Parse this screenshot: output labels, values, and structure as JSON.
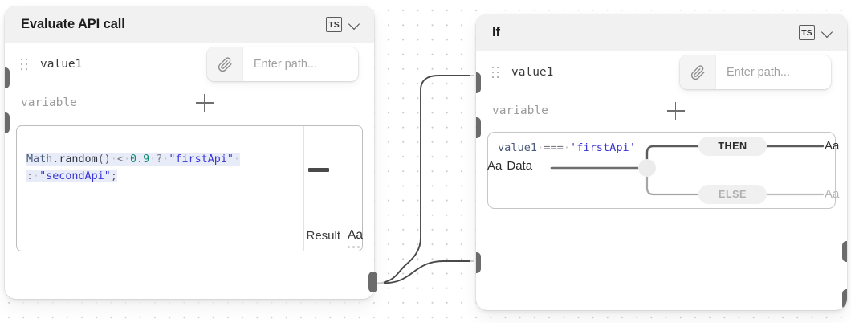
{
  "canvas": {
    "background": "#ffffff",
    "grid_dot_color": "#c9c9c9"
  },
  "nodes": [
    {
      "id": "evaluate-api-call",
      "header": {
        "title": "Evaluate API call",
        "lang_badge": "TS",
        "collapse_icon": "chevron-down-icon"
      },
      "param": {
        "drag_handle_icon": "drag-dots-icon",
        "name": "value1",
        "path_input": {
          "icon": "paperclip-icon",
          "placeholder": "Enter path...",
          "value": ""
        }
      },
      "variable_row": {
        "label": "variable",
        "add_icon": "plus-icon"
      },
      "code": {
        "line1": "Math.random() < 0.9 ? \"firstApi\"",
        "line2": ": \"secondApi\";",
        "tokens_line1": [
          {
            "t": "Math",
            "c": "tok-ident"
          },
          {
            "t": ".",
            "c": "tok-punct"
          },
          {
            "t": "random",
            "c": "tok-prop"
          },
          {
            "t": "()",
            "c": "tok-punct"
          },
          {
            "t": "·",
            "c": "ws-dot"
          },
          {
            "t": "<",
            "c": "tok-op"
          },
          {
            "t": "·",
            "c": "ws-dot"
          },
          {
            "t": "0.9",
            "c": "tok-num"
          },
          {
            "t": "·",
            "c": "ws-dot"
          },
          {
            "t": "?",
            "c": "tok-op"
          },
          {
            "t": "·",
            "c": "ws-dot"
          },
          {
            "t": "\"firstApi\"",
            "c": "tok-str"
          },
          {
            "t": "·",
            "c": "ws-dot"
          }
        ],
        "tokens_line2": [
          {
            "t": ":",
            "c": "tok-op"
          },
          {
            "t": "·",
            "c": "ws-dot"
          },
          {
            "t": "\"secondApi\"",
            "c": "tok-str"
          },
          {
            "t": ";",
            "c": "tok-punct"
          }
        ],
        "minimap": true
      },
      "footer": {
        "result_label": "Result",
        "result_type_glyph": "Aa"
      }
    },
    {
      "id": "if",
      "header": {
        "title": "If",
        "lang_badge": "TS",
        "collapse_icon": "chevron-down-icon"
      },
      "param": {
        "drag_handle_icon": "drag-dots-icon",
        "name": "value1",
        "path_input": {
          "icon": "paperclip-icon",
          "placeholder": "Enter path...",
          "value": ""
        }
      },
      "variable_row": {
        "label": "variable",
        "add_icon": "plus-icon"
      },
      "condition": {
        "tokens": [
          {
            "t": "value1",
            "c": "tok-ident"
          },
          {
            "t": "·",
            "c": "ws-dot"
          },
          {
            "t": "===",
            "c": "tok-op"
          },
          {
            "t": "·",
            "c": "ws-dot"
          },
          {
            "t": "'firstApi'",
            "c": "tok-str"
          }
        ],
        "text": "value1 === 'firstApi'"
      },
      "branches": {
        "data_input_label": "Data",
        "data_input_glyph": "Aa",
        "then": {
          "label": "THEN",
          "output_glyph": "Aa",
          "active": true
        },
        "else": {
          "label": "ELSE",
          "output_glyph": "Aa",
          "active": false
        }
      }
    }
  ],
  "colors": {
    "header_bg": "#f1f1f1",
    "port": "#6b6b6b",
    "wire_active": "#4a4a4a",
    "wire_inactive": "#a6a6a6",
    "string_token": "#3a36d6",
    "number_token": "#0f8a6e",
    "code_highlight": "#e8ecf8"
  }
}
